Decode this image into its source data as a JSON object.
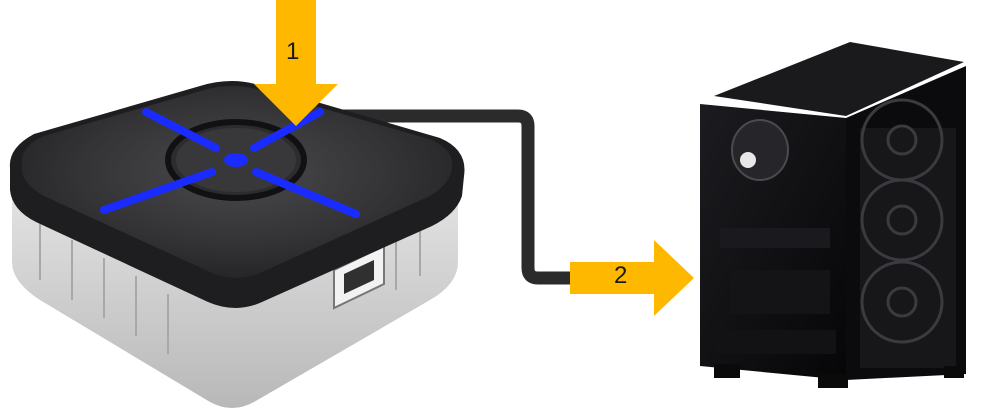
{
  "steps": [
    {
      "number": "1",
      "target": "device-button"
    },
    {
      "number": "2",
      "target": "pc-tower"
    }
  ],
  "colors": {
    "arrow": "#FFB800",
    "cable": "#2b2b2b",
    "device_top": "#2e2e30",
    "device_body": "#d9d9d9",
    "led": "#1a2bff",
    "pc_case": "#0c0c0e"
  },
  "icons": {
    "device": "usb-button-device-icon",
    "computer": "desktop-pc-tower-icon"
  }
}
